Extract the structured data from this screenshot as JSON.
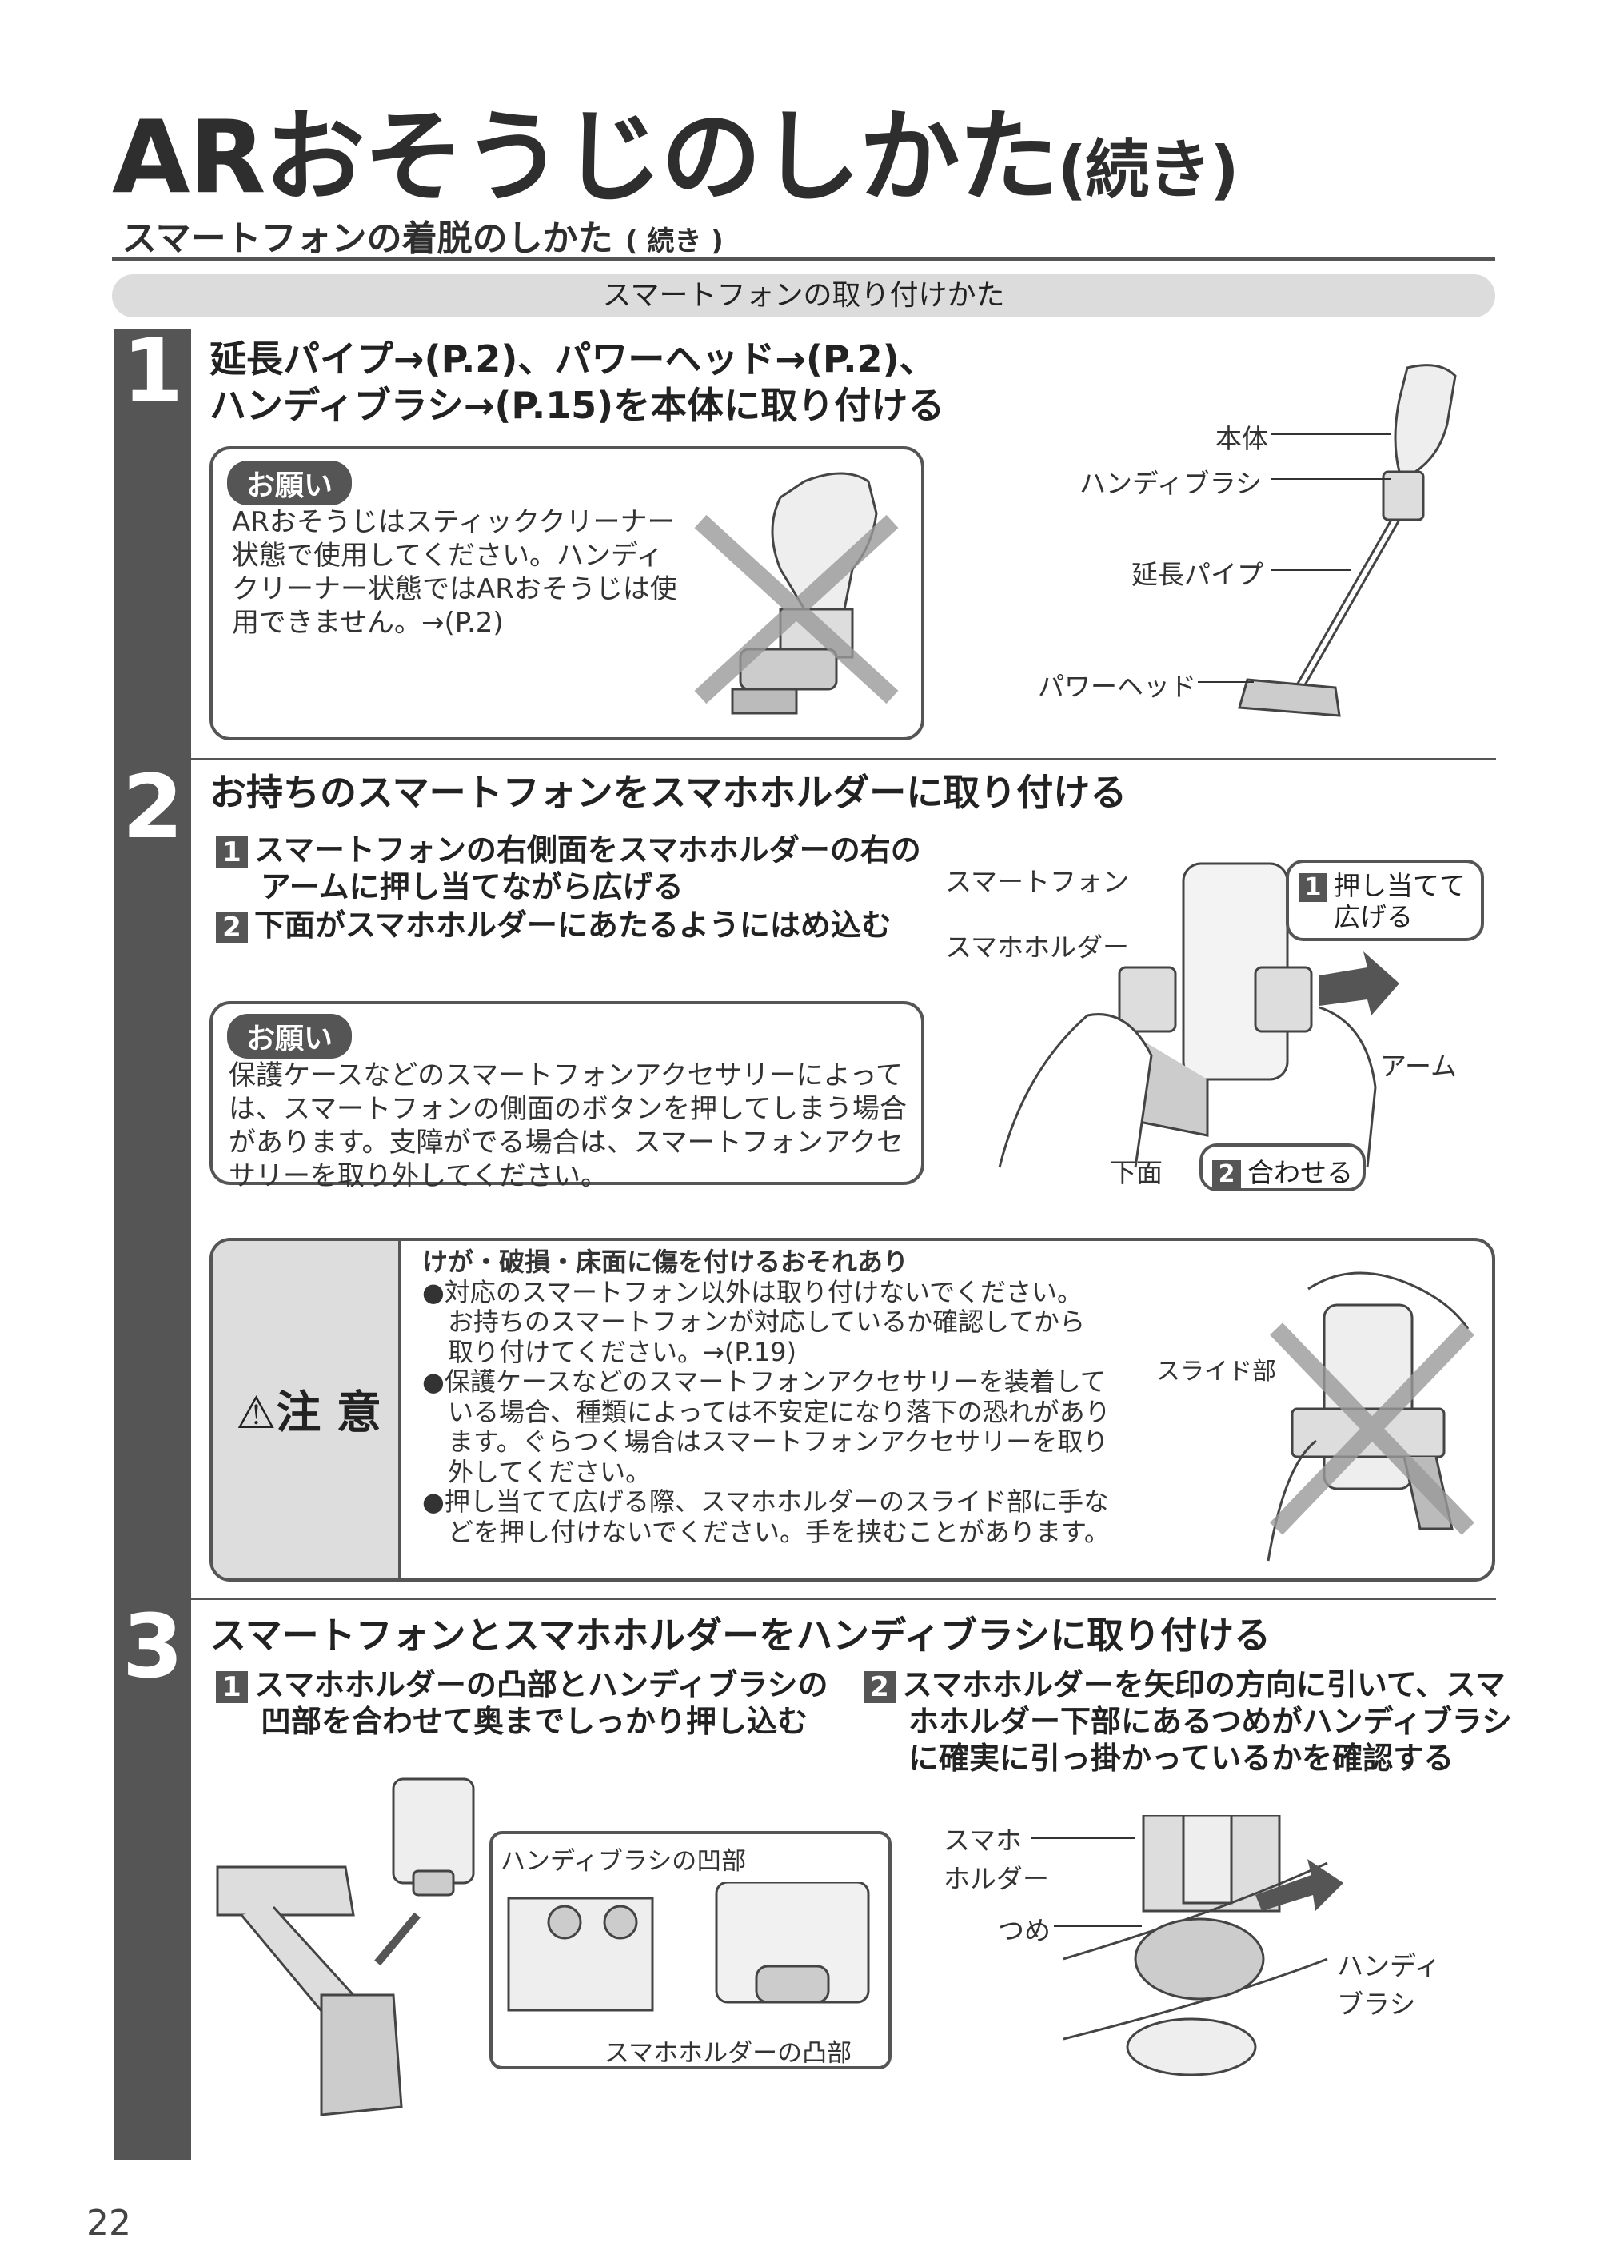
{
  "header": {
    "title": "ARおそうじのしかた",
    "title_suffix": "(続き)",
    "subtitle": "スマートフォンの着脱のしかた",
    "subtitle_suffix": "( 続き )",
    "section_label": "スマートフォンの取り付けかた"
  },
  "step1": {
    "number": "1",
    "heading_line1": "延長パイプ→(P.2)、パワーヘッド→(P.2)、",
    "heading_line2": "ハンディブラシ→(P.15)を本体に取り付ける",
    "note_tag": "お願い",
    "note_line1": "ARおそうじはスティッククリーナー",
    "note_line2": "状態で使用してください。ハンディ",
    "note_line3": "クリーナー状態ではARおそうじは使",
    "note_line4": "用できません。→(P.2)",
    "labels": {
      "body": "本体",
      "handy_brush": "ハンディブラシ",
      "pipe": "延長パイプ",
      "power_head": "パワーヘッド"
    }
  },
  "step2": {
    "number": "2",
    "heading": "お持ちのスマートフォンをスマホホルダーに取り付ける",
    "sub1_num": "1",
    "sub1_line1": "スマートフォンの右側面をスマホホルダーの右の",
    "sub1_line2": "アームに押し当てながら広げる",
    "sub2_num": "2",
    "sub2_line1": "下面がスマホホルダーにあたるようにはめ込む",
    "note_tag": "お願い",
    "note_line1": "保護ケースなどのスマートフォンアクセサリーによって",
    "note_line2": "は、スマートフォンの側面のボタンを押してしまう場合",
    "note_line3": "があります。支障がでる場合は、スマートフォンアクセ",
    "note_line4": "サリーを取り外してください。",
    "labels": {
      "smartphone": "スマートフォン",
      "holder": "スマホホルダー",
      "arm": "アーム",
      "bottom": "下面",
      "callout1_num": "1",
      "callout1_line1": "押し当てて",
      "callout1_line2": "広げる",
      "callout2_num": "2",
      "callout2_text": "合わせる"
    }
  },
  "caution": {
    "label": "注 意",
    "heading": "けが・破損・床面に傷を付けるおそれあり",
    "line1": "●対応のスマートフォン以外は取り付けないでください。",
    "line2": "お持ちのスマートフォンが対応しているか確認してから",
    "line3": "取り付けてください。→(P.19)",
    "line4": "●保護ケースなどのスマートフォンアクセサリーを装着して",
    "line5": "いる場合、種類によっては不安定になり落下の恐れがあり",
    "line6": "ます。ぐらつく場合はスマートフォンアクセサリーを取り",
    "line7": "外してください。",
    "line8": "●押し当てて広げる際、スマホホルダーのスライド部に手な",
    "line9": "どを押し付けないでください。手を挟むことがあります。",
    "slide_label": "スライド部"
  },
  "step3": {
    "number": "3",
    "heading": "スマートフォンとスマホホルダーをハンディブラシに取り付ける",
    "sub1_num": "1",
    "sub1_line1": "スマホホルダーの凸部とハンディブラシの",
    "sub1_line2": "凹部を合わせて奥までしっかり押し込む",
    "sub2_num": "2",
    "sub2_line1": "スマホホルダーを矢印の方向に引いて、スマ",
    "sub2_line2": "ホホルダー下部にあるつめがハンディブラシ",
    "sub2_line3": "に確実に引っ掛かっているかを確認する",
    "labels": {
      "brush_recess": "ハンディブラシの凹部",
      "holder_bump": "スマホホルダーの凸部",
      "sumaho_line1": "スマホ",
      "sumaho_line2": "ホルダー",
      "tsume": "つめ",
      "handy_line1": "ハンディ",
      "handy_line2": "ブラシ"
    }
  },
  "footer": {
    "page_number": "22"
  },
  "colors": {
    "dark_gray": "#555555",
    "light_gray": "#dcdcdc",
    "text": "#222222"
  }
}
